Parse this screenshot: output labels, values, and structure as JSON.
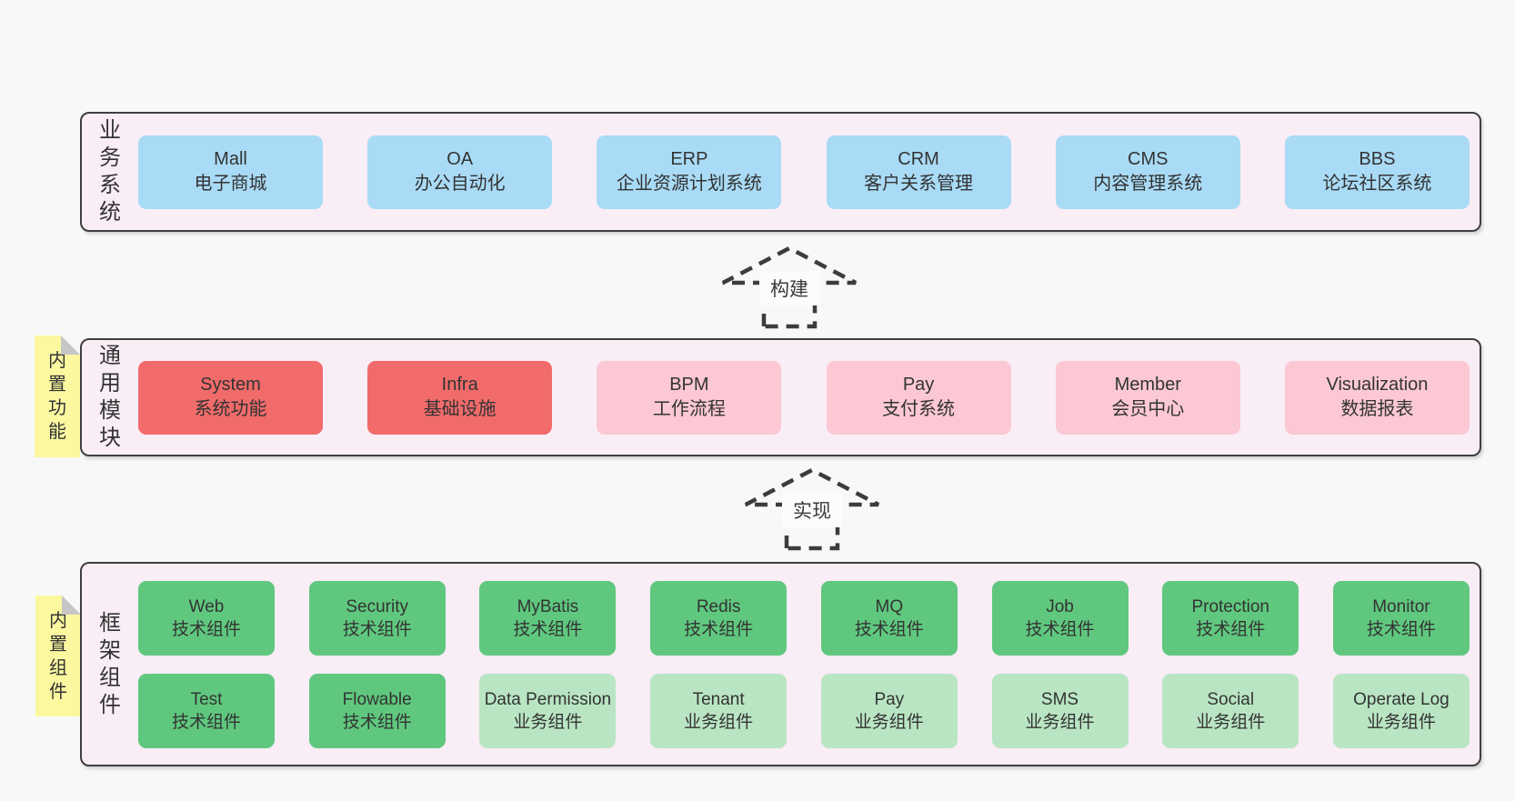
{
  "diagram": {
    "bands": {
      "business": {
        "label": "业务系统",
        "boxes": [
          {
            "en": "Mall",
            "zh": "电子商城",
            "variant": "blue"
          },
          {
            "en": "OA",
            "zh": "办公自动化",
            "variant": "blue"
          },
          {
            "en": "ERP",
            "zh": "企业资源计划系统",
            "variant": "blue"
          },
          {
            "en": "CRM",
            "zh": "客户关系管理",
            "variant": "blue"
          },
          {
            "en": "CMS",
            "zh": "内容管理系统",
            "variant": "blue"
          },
          {
            "en": "BBS",
            "zh": "论坛社区系统",
            "variant": "blue"
          }
        ]
      },
      "modules": {
        "label": "通用模块",
        "sticky": "内置功能",
        "boxes": [
          {
            "en": "System",
            "zh": "系统功能",
            "variant": "red"
          },
          {
            "en": "Infra",
            "zh": "基础设施",
            "variant": "red"
          },
          {
            "en": "BPM",
            "zh": "工作流程",
            "variant": "pink"
          },
          {
            "en": "Pay",
            "zh": "支付系统",
            "variant": "pink"
          },
          {
            "en": "Member",
            "zh": "会员中心",
            "variant": "pink"
          },
          {
            "en": "Visualization",
            "zh": "数据报表",
            "variant": "pink"
          }
        ]
      },
      "components": {
        "label": "框架组件",
        "sticky": "内置组件",
        "row1": [
          {
            "en": "Web",
            "zh": "技术组件",
            "variant": "green-dark"
          },
          {
            "en": "Security",
            "zh": "技术组件",
            "variant": "green-dark"
          },
          {
            "en": "MyBatis",
            "zh": "技术组件",
            "variant": "green-dark"
          },
          {
            "en": "Redis",
            "zh": "技术组件",
            "variant": "green-dark"
          },
          {
            "en": "MQ",
            "zh": "技术组件",
            "variant": "green-dark"
          },
          {
            "en": "Job",
            "zh": "技术组件",
            "variant": "green-dark"
          },
          {
            "en": "Protection",
            "zh": "技术组件",
            "variant": "green-dark"
          },
          {
            "en": "Monitor",
            "zh": "技术组件",
            "variant": "green-dark"
          }
        ],
        "row2": [
          {
            "en": "Test",
            "zh": "技术组件",
            "variant": "green-dark"
          },
          {
            "en": "Flowable",
            "zh": "技术组件",
            "variant": "green-dark"
          },
          {
            "en": "Data Permission",
            "zh": "业务组件",
            "variant": "green-light"
          },
          {
            "en": "Tenant",
            "zh": "业务组件",
            "variant": "green-light"
          },
          {
            "en": "Pay",
            "zh": "业务组件",
            "variant": "green-light"
          },
          {
            "en": "SMS",
            "zh": "业务组件",
            "variant": "green-light"
          },
          {
            "en": "Social",
            "zh": "业务组件",
            "variant": "green-light"
          },
          {
            "en": "Operate Log",
            "zh": "业务组件",
            "variant": "green-light"
          }
        ]
      }
    },
    "arrows": {
      "build": "构建",
      "implement": "实现"
    },
    "colors": {
      "page_background": "#f8f8f8",
      "band_background": "#f9edf6",
      "band_border": "#3f3f3f",
      "blue_box": "#a9dbf6",
      "red_box": "#f26b6b",
      "pink_box": "#fbc8d3",
      "green_dark_box": "#5fc87e",
      "green_light_box": "#b9e5c3",
      "sticky_yellow": "#fbf8a0",
      "sticky_fold": "#c6c6c6",
      "text": "#333333"
    }
  }
}
